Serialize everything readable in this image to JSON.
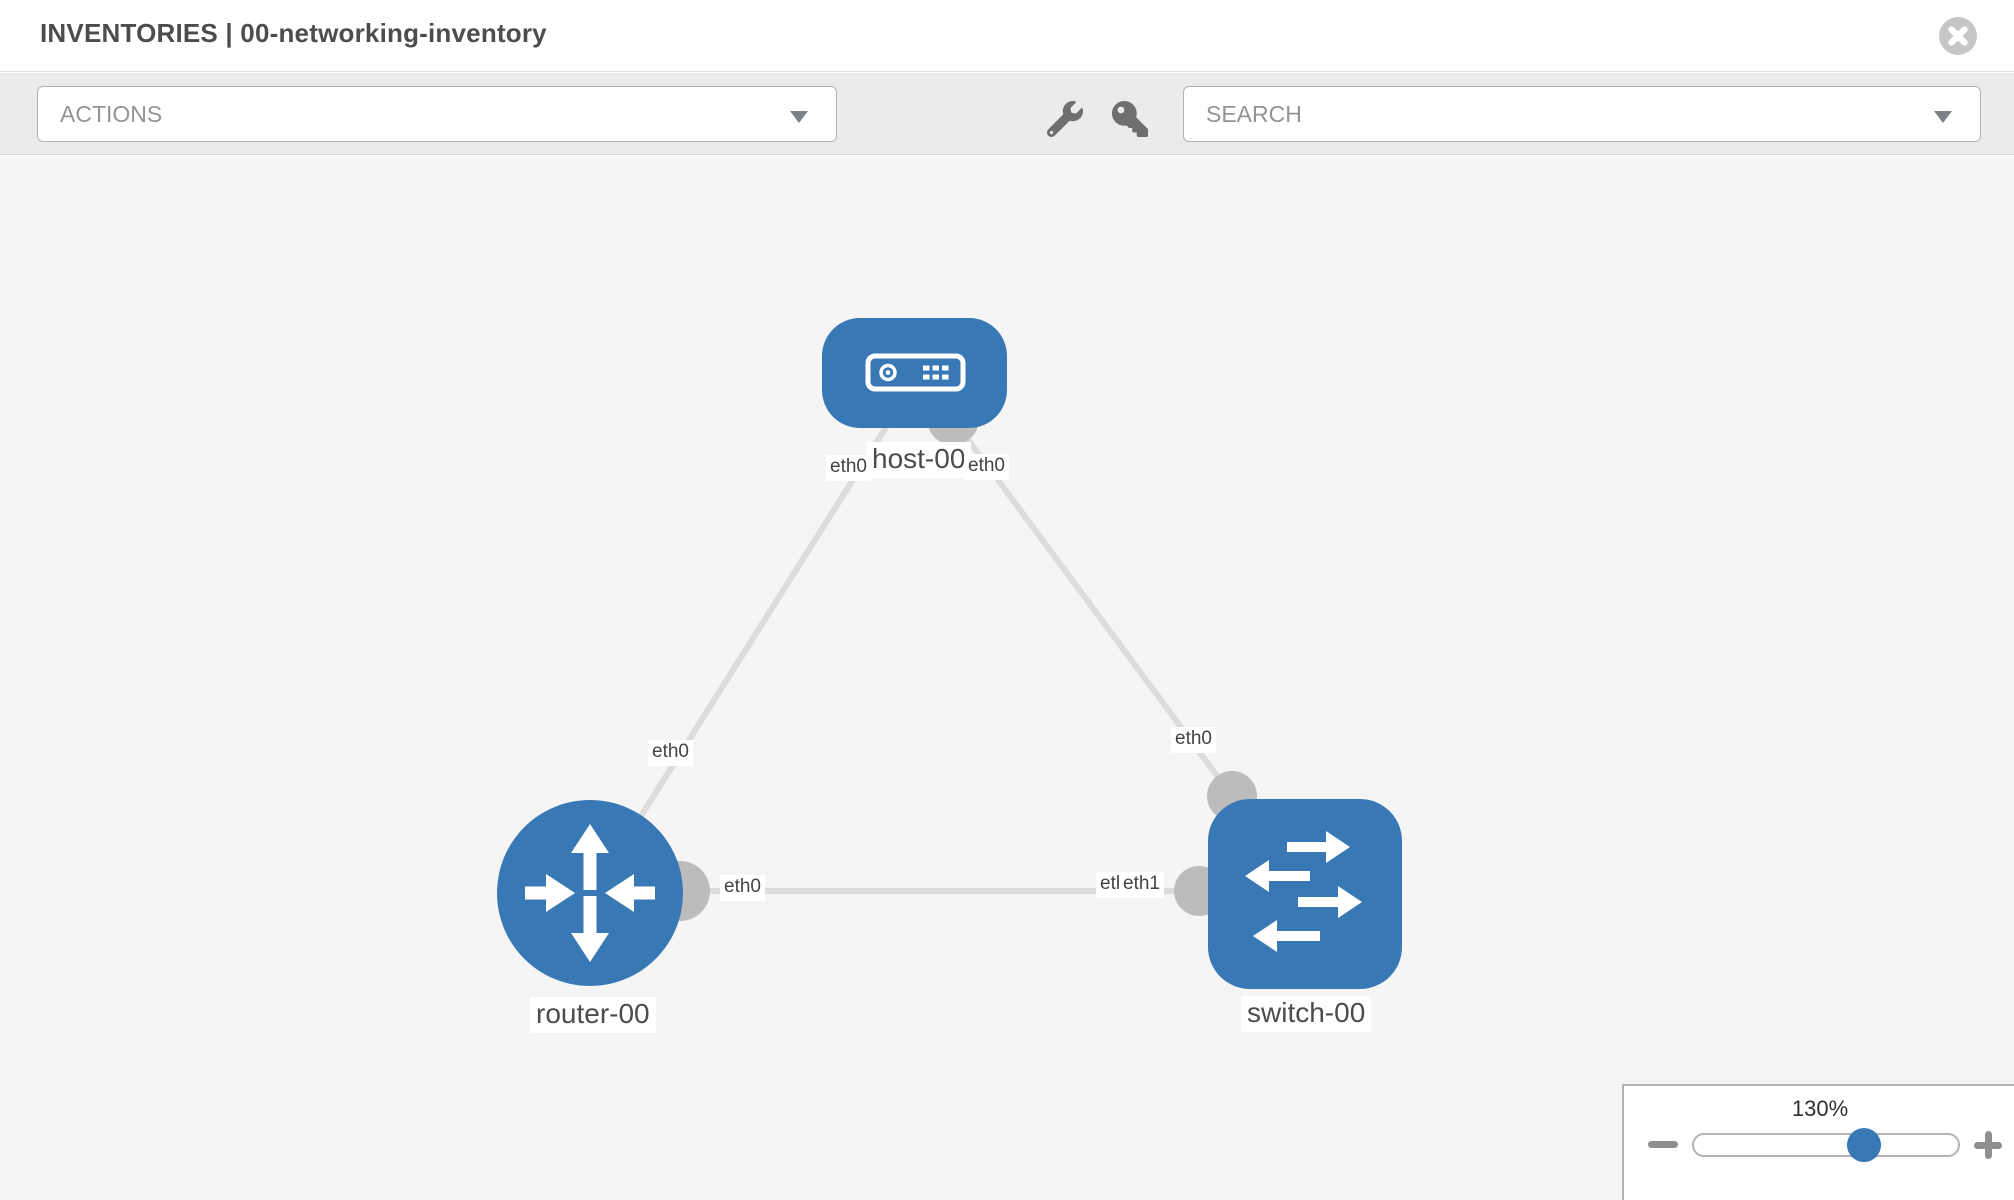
{
  "header": {
    "title": "INVENTORIES | 00-networking-inventory"
  },
  "toolbar": {
    "actions_label": "ACTIONS",
    "search_placeholder": "SEARCH",
    "icons": [
      "wrench-icon",
      "key-icon"
    ]
  },
  "topology": {
    "nodes": [
      {
        "id": "host-00",
        "type": "host",
        "label": "host-00"
      },
      {
        "id": "router-00",
        "type": "router",
        "label": "router-00"
      },
      {
        "id": "switch-00",
        "type": "switch",
        "label": "switch-00"
      }
    ],
    "links": [
      {
        "from": "router-00",
        "from_interface": "eth0",
        "to": "host-00",
        "to_interface": "eth0"
      },
      {
        "from": "host-00",
        "from_interface": "eth0",
        "to": "switch-00",
        "to_interface": "eth0"
      },
      {
        "from": "router-00",
        "from_interface": "eth0",
        "to": "switch-00",
        "to_interface": "eth1",
        "to_interface_overlapped": "eth0"
      }
    ]
  },
  "zoom_control": {
    "level": "130%",
    "percent": 130,
    "icons": [
      "minus-icon",
      "plus-icon"
    ]
  },
  "colors": {
    "node_blue": "#3878b4",
    "interface_gray": "#bcbcbc",
    "link_gray": "#dcdcdc",
    "canvas_bg": "#f5f5f5",
    "toolbar_bg": "#ebebeb"
  }
}
